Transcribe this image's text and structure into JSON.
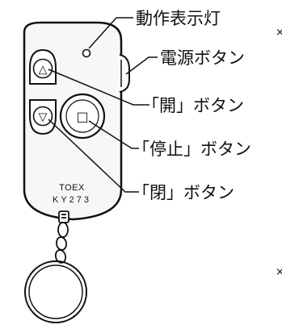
{
  "labels": {
    "indicator_lamp": "動作表示灯",
    "power_button": "電源ボタン",
    "open_button": "「開」ボタン",
    "stop_button": "「停止」ボタン",
    "close_button": "「閉」ボタン"
  },
  "remote": {
    "brand": "TOEX",
    "model": "KY273"
  },
  "button_symbols": {
    "open": "△",
    "close": "▽",
    "stop": "□"
  },
  "edge_marks": [
    "×",
    "×"
  ]
}
